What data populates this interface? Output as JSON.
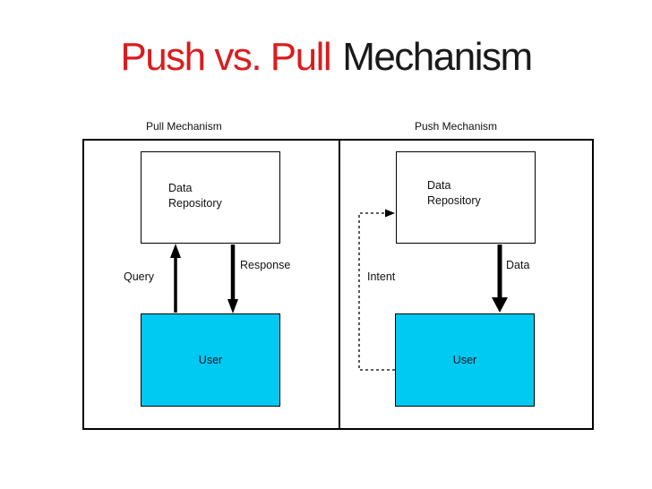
{
  "title": {
    "highlight": "Push vs. Pull",
    "rest": "Mechanism"
  },
  "colors": {
    "title_red": "#D91D1D",
    "title_black": "#1A1A1A",
    "user_fill": "#00C9F2",
    "line_black": "#000000"
  },
  "panels": [
    {
      "heading": "Pull Mechanism",
      "repository": {
        "line1": "Data",
        "line2": "Repository"
      },
      "user_label": "User",
      "up_arrow_label": "Query",
      "down_arrow_label": "Response"
    },
    {
      "heading": "Push Mechanism",
      "repository": {
        "line1": "Data",
        "line2": "Repository"
      },
      "user_label": "User",
      "feedback_arrow_label": "Intent",
      "down_arrow_label": "Data"
    }
  ]
}
